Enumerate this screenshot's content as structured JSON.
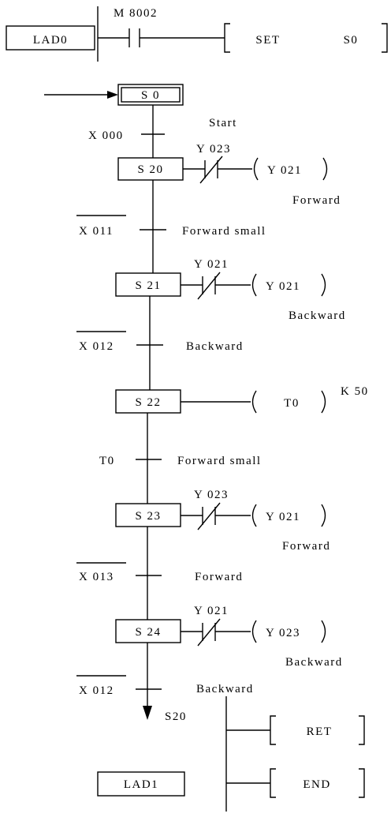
{
  "header": {
    "box": "LAD0",
    "contact": "M 8002",
    "set_instr": "SET",
    "set_target": "S0"
  },
  "initial_step": {
    "label": "S 0"
  },
  "labels": {
    "start": "Start",
    "x000": "X 000",
    "y023_a": "Y 023",
    "s20": "S 20",
    "out_y021_a": "Y 021",
    "forward_1": "Forward",
    "x011": "X 011",
    "forward_small_1": "Forward small",
    "y021_a": "Y 021",
    "s21": "S 21",
    "out_y021_b": "Y 021",
    "backward_1": "Backward",
    "x012_a": "X 012",
    "backward_2": "Backward",
    "s22": "S 22",
    "out_t0": "T0",
    "k50": "K 50",
    "t0": "T0",
    "forward_small_2": "Forward small",
    "y023_b": "Y 023",
    "s23": "S 23",
    "out_y021_c": "Y 021",
    "forward_2": "Forward",
    "x013": "X 013",
    "forward_3": "Forward",
    "y021_b": "Y 021",
    "s24": "S 24",
    "out_y023": "Y 023",
    "backward_3": "Backward",
    "x012_b": "X 012",
    "backward_4": "Backward",
    "jump_target": "S20"
  },
  "footer": {
    "box": "LAD1",
    "ret": "RET",
    "end": "END"
  }
}
